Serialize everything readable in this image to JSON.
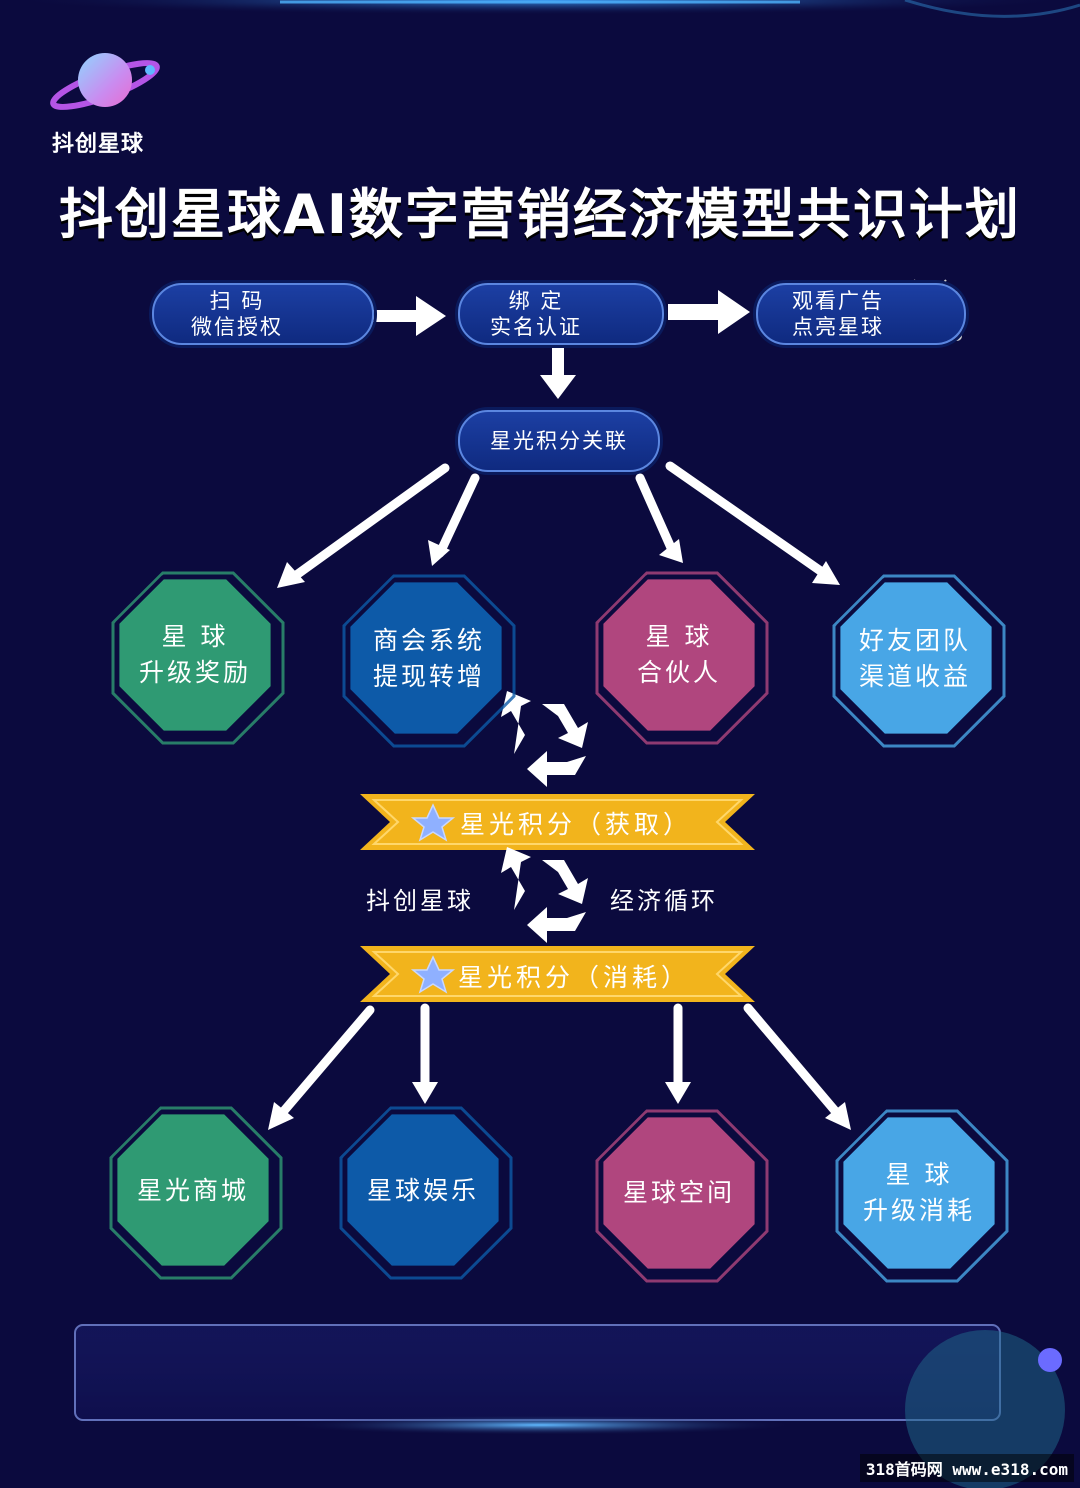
{
  "logo": {
    "name": "抖创星球"
  },
  "title": "抖创星球AI数字营销经济模型共识计划",
  "steps": [
    {
      "line1": "扫 码",
      "line2": "微信授权",
      "icon": "wechat-icon"
    },
    {
      "line1": "绑 定",
      "line2": "实名认证",
      "icon": "alipay-icon"
    },
    {
      "line1": "观看广告",
      "line2": "点亮星球",
      "icon": "tv-icon"
    }
  ],
  "hub": "星光积分关联",
  "earn_nodes": [
    {
      "line1": "星 球",
      "line2": "升级奖励",
      "color": "#2f9a73"
    },
    {
      "line1": "商会系统",
      "line2": "提现转增",
      "color": "#0d5aa8"
    },
    {
      "line1": "星 球",
      "line2": "合伙人",
      "color": "#b0467e"
    },
    {
      "line1": "好友团队",
      "line2": "渠道收益",
      "color": "#48a6e6"
    }
  ],
  "banner_earn": "星光积分（获取）",
  "cycle": {
    "left": "抖创星球",
    "right": "经济循环"
  },
  "banner_consume": "星光积分（消耗）",
  "spend_nodes": [
    {
      "line1": "星光商城",
      "line2": "",
      "color": "#2f9a73"
    },
    {
      "line1": "星球娱乐",
      "line2": "",
      "color": "#0d5aa8"
    },
    {
      "line1": "星球空间",
      "line2": "",
      "color": "#b0467e"
    },
    {
      "line1": "星 球",
      "line2": "升级消耗",
      "color": "#48a6e6"
    }
  ],
  "watermark": "318首码网 www.e318.com",
  "colors": {
    "background": "#0b0a3e",
    "banner": "#f2b41c",
    "arrow": "#ffffff"
  }
}
